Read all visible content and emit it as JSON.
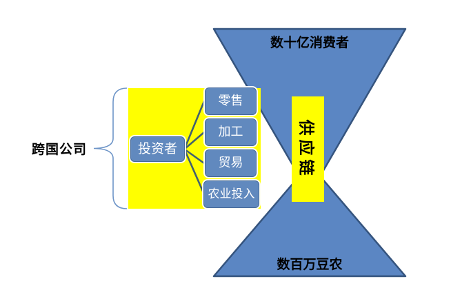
{
  "diagram": {
    "side_label": "跨国公司",
    "investors_label": "投资者",
    "chain_boxes": [
      "零售",
      "加工",
      "贸易",
      "农业投入"
    ],
    "supply_chain_label": "供应链",
    "top_triangle_label": "数十亿消费者",
    "bottom_triangle_label": "数百万豆农",
    "colors": {
      "triangle_fill": "#5B86C3",
      "triangle_border": "#35547E",
      "box_fill": "#6189BE",
      "box_border": "#46699A",
      "box_text": "#FFFFFF",
      "highlight_yellow": "#FFFF00",
      "connector_line": "#41606F",
      "brace_line": "#6E95C8",
      "label_text": "#000000",
      "background": "#FFFFFF"
    }
  }
}
